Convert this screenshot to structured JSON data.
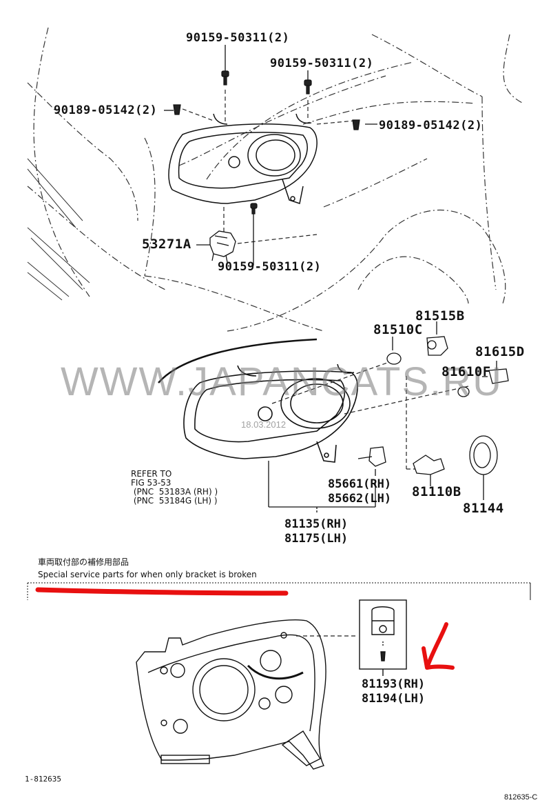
{
  "top_section": {
    "callouts": [
      {
        "id": "bolt-top-left",
        "part": "90159-50311",
        "qty": "(2)"
      },
      {
        "id": "bolt-top-right",
        "part": "90159-50311",
        "qty": "(2)"
      },
      {
        "id": "clip-left",
        "part": "90189-05142",
        "qty": "(2)"
      },
      {
        "id": "clip-right",
        "part": "90189-05142",
        "qty": "(2)"
      },
      {
        "id": "bracket-bottom",
        "part": "53271A",
        "qty": ""
      },
      {
        "id": "bolt-bottom",
        "part": "90159-50311",
        "qty": "(2)"
      }
    ]
  },
  "middle_section": {
    "callouts": [
      {
        "id": "bulb-socket-a",
        "part": "81515B"
      },
      {
        "id": "bulb-a",
        "part": "81510C"
      },
      {
        "id": "bulb-socket-b",
        "part": "81615D"
      },
      {
        "id": "bulb-b",
        "part": "81610F"
      },
      {
        "id": "headlamp-bulb",
        "part": "81110B"
      },
      {
        "id": "cap",
        "part": "81144"
      }
    ],
    "socket_pair": {
      "rh": "85661(RH)",
      "lh": "85662(LH)"
    },
    "headlamp_pair": {
      "rh": "81135(RH)",
      "lh": "81175(LH)"
    },
    "refer_note": {
      "line1": "REFER TO",
      "line2": "FIG 53-53",
      "line3": " (PNC  53183A (RH) )",
      "line4": " (PNC  53184G (LH) )"
    },
    "watermark": "WWW.JAPANCATS.RU",
    "watermark_date": "18.03.2012"
  },
  "bottom_section": {
    "heading_jp": "車両取付部の補修用部品",
    "heading_en": "Special service parts for when only bracket is broken",
    "repair_kit_pair": {
      "rh": "81193(RH)",
      "lh": "81194(LH)"
    },
    "annotation_color": "#e81010"
  },
  "footer": {
    "left_code": "1-812635",
    "right_code": "812635-C"
  }
}
